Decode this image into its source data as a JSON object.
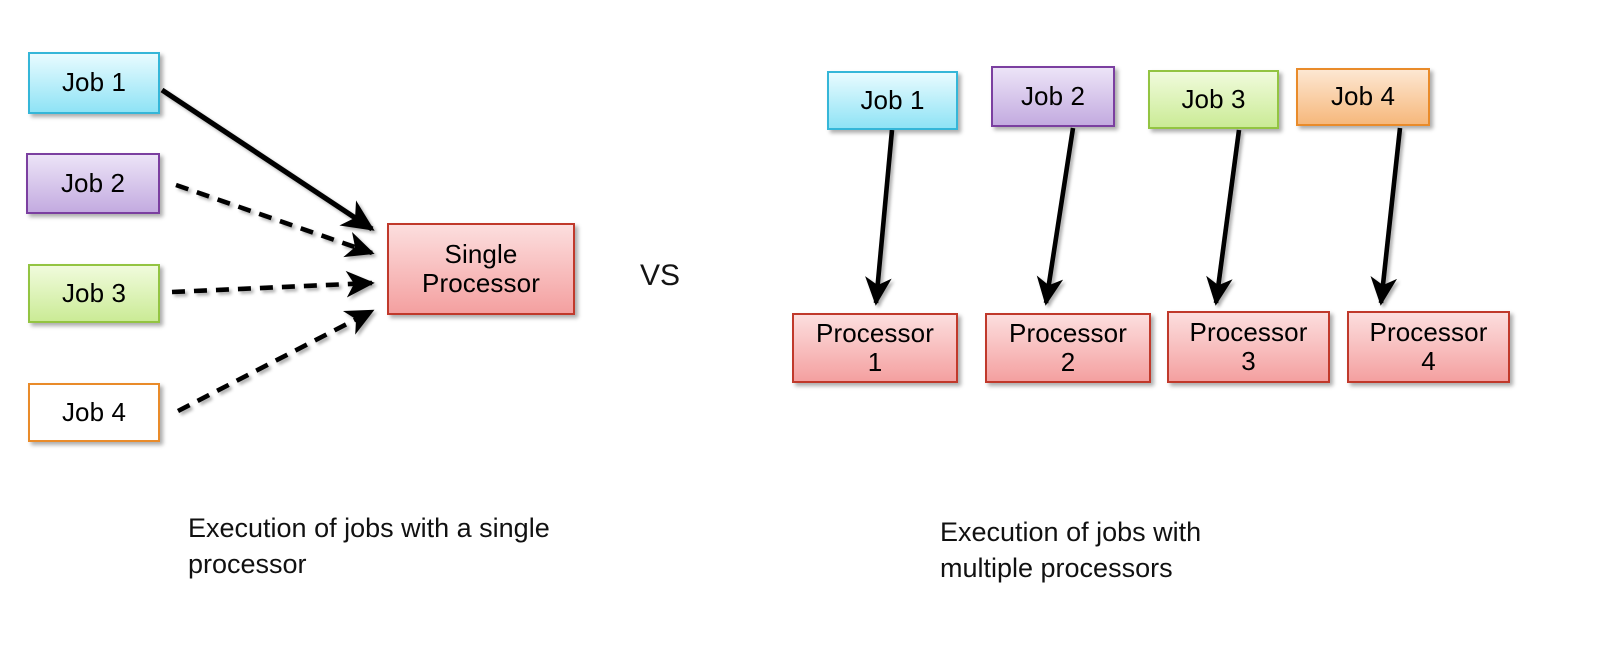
{
  "diagram": {
    "title_text": "",
    "vs_label": "VS",
    "left_panel": {
      "caption": "Execution of jobs with a single\nprocessor",
      "jobs": [
        {
          "label": "Job 1",
          "arrow_style": "solid",
          "fill_top": "#e8fbff",
          "fill_bottom": "#8fe3f5",
          "border": "#35b6d8"
        },
        {
          "label": "Job 2",
          "arrow_style": "dashed",
          "fill_top": "#ece4f7",
          "fill_bottom": "#c3abe0",
          "border": "#7b3fa0"
        },
        {
          "label": "Job 3",
          "arrow_style": "dashed",
          "fill_top": "#f0fbdc",
          "fill_bottom": "#cbeb96",
          "border": "#93c442"
        },
        {
          "label": "Job 4",
          "arrow_style": "dashed",
          "fill_top": "#fde7d2",
          "fill_bottom": "#f8b druh",
          "border": "#e98b2a"
        }
      ],
      "processor": {
        "label": "Single\nProcessor",
        "fill_top": "#fcdede",
        "fill_bottom": "#f4a0a0",
        "border": "#c0392b"
      }
    },
    "right_panel": {
      "caption": "Execution of jobs with\nmultiple processors",
      "jobs": [
        {
          "label": "Job 1",
          "fill_top": "#e8fbff",
          "fill_bottom": "#8fe3f5",
          "border": "#35b6d8"
        },
        {
          "label": "Job 2",
          "fill_top": "#ece4f7",
          "fill_bottom": "#c3abe0",
          "border": "#7b3fa0"
        },
        {
          "label": "Job 3",
          "fill_top": "#f0fbdc",
          "fill_bottom": "#cbeb96",
          "border": "#93c442"
        },
        {
          "label": "Job 4",
          "fill_top": "#fde7d2",
          "fill_bottom": "#f6b87c",
          "border": "#e98b2a"
        }
      ],
      "processors": [
        {
          "label": "Processor\n1",
          "fill_top": "#fcdede",
          "fill_bottom": "#f4a0a0",
          "border": "#c0392b"
        },
        {
          "label": "Processor\n2",
          "fill_top": "#fcdede",
          "fill_bottom": "#f4a0a0",
          "border": "#c0392b"
        },
        {
          "label": "Processor\n3",
          "fill_top": "#fcdede",
          "fill_bottom": "#f4a0a0",
          "border": "#c0392b"
        },
        {
          "label": "Processor\n4",
          "fill_top": "#fcdede",
          "fill_bottom": "#f4a0a0",
          "border": "#c0392b"
        }
      ],
      "arrow_style": "solid"
    },
    "arrow_color": "#000000"
  }
}
